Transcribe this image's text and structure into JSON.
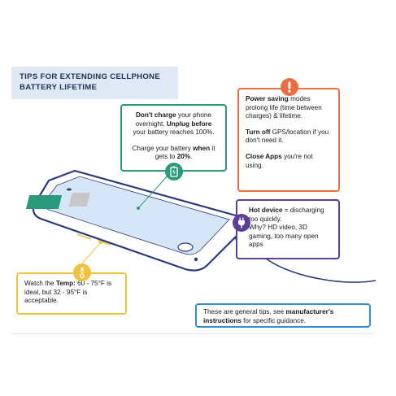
{
  "title": {
    "line1": "TIPS FOR EXTENDING CELLPHONE",
    "line2": "BATTERY LIFETIME"
  },
  "green_callout": {
    "p1_a": "Don't charge",
    "p1_b": " your phone overnight. ",
    "p1_c": "Unplug before",
    "p1_d": " your battery reaches 100%.",
    "p2_a": "Charge your battery ",
    "p2_b": "when",
    "p2_c": " it gets to ",
    "p2_d": "20%",
    "p2_e": "."
  },
  "orange_callout": {
    "p1_a": "Power saving",
    "p1_b": " modes prolong life (time between charges) & lifetime.",
    "p2_a": "Turn off",
    "p2_b": " GPS/location if you don't need it.",
    "p3_a": "Close Apps",
    "p3_b": " you're not using."
  },
  "purple_callout": {
    "p1_a": "Hot device",
    "p1_b": " = discharging too quickly.",
    "p1_c": "Why? HD video, 3D gaming, too many open apps"
  },
  "yellow_callout": {
    "a": "Watch the ",
    "b": "Temp:",
    "c": " 60 - 75°F is ideal, but 32 - 95°F is acceptable."
  },
  "blue_callout": {
    "a": "These are general tips, see ",
    "b": "manufacturer's instructions",
    "c": " for specific guidance."
  },
  "icons": {
    "green": "battery-charging-icon",
    "orange": "exclamation-icon",
    "purple": "plug-icon",
    "yellow": "thermometer-icon"
  },
  "colors": {
    "green": "#2b9a7a",
    "orange": "#ec6c43",
    "purple": "#5a3e97",
    "yellow": "#f1c240",
    "blue": "#2f8fd0",
    "phone": "#2a3a7a"
  }
}
